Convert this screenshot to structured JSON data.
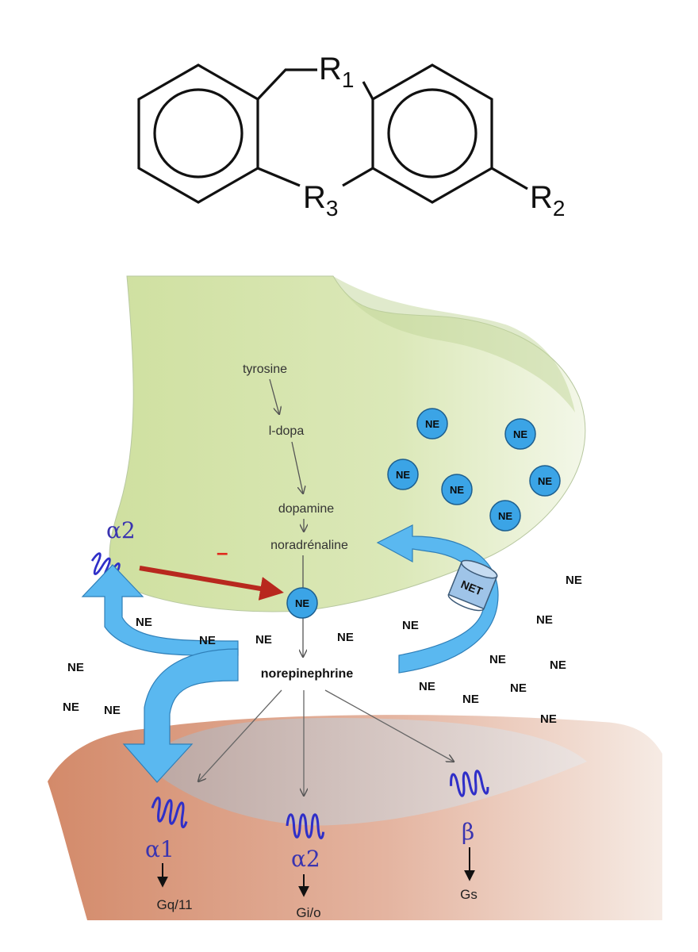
{
  "structure": {
    "r1": "R",
    "r1_sub": "1",
    "r2": "R",
    "r2_sub": "2",
    "r3": "R",
    "r3_sub": "3"
  },
  "synthesis": {
    "tyrosine": "tyrosine",
    "ldopa": "l-dopa",
    "dopamine": "dopamine",
    "noradrenaline": "noradrénaline",
    "norepinephrine": "norepinephrine"
  },
  "labels": {
    "ne": "NE",
    "net": "NET",
    "inhibit": "–",
    "alpha1": "α1",
    "alpha2": "α2",
    "beta": "β",
    "alpha2_pre": "α2",
    "gq": "Gq/11",
    "gi": "Gi/o",
    "gs": "Gs"
  },
  "colors": {
    "presynaptic": "#d8e6b0",
    "postsynaptic": "#d99a80",
    "vesicle": "#3ba4e6",
    "arrow_blue": "#5ab8f0",
    "inhibit_arrow": "#b8281e",
    "receptor": "#2f2fc8"
  },
  "icons": {
    "receptor": "serpentine-receptor-icon",
    "transporter": "cylinder-transporter-icon",
    "vesicle": "circle-vesicle-icon"
  }
}
